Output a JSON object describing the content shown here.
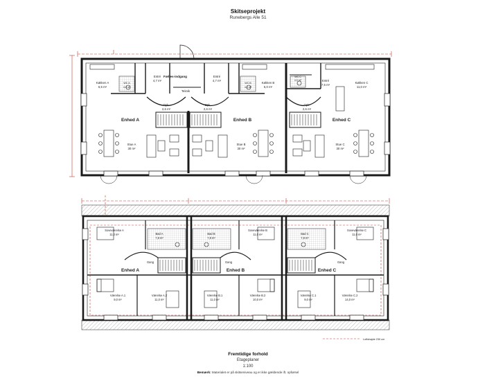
{
  "header": {
    "title": "Skitseprojekt",
    "subtitle": "Runebergs Alle 51"
  },
  "ground_floor": {
    "shared": {
      "entrance": "Fælles-indgang",
      "tekrum": "Teknik"
    },
    "unit_a": {
      "name": "Enhed A",
      "kitchen": "Køkken A",
      "kitchen_area": "6,5 m²",
      "wc": "WC A",
      "wc_area": "4,0 m²",
      "entry": "Entré",
      "entry_area": "4,7 m²",
      "stair": "Opk.",
      "stair_area": "2,6 m²",
      "living": "Stue A",
      "living_area": "30 m²"
    },
    "unit_b": {
      "name": "Enhed B",
      "kitchen": "Køkken B",
      "kitchen_area": "5,0 m²",
      "wc": "WC B",
      "wc_area": "4,0 m²",
      "entry": "Entré",
      "entry_area": "4,7 m²",
      "stair": "Opk.",
      "stair_area": "2,6 m²",
      "living": "Stue B",
      "living_area": "30 m²"
    },
    "unit_c": {
      "name": "Enhed C",
      "kitchen": "Køkken C",
      "kitchen_area": "11,0 m²",
      "wc": "WC C",
      "wc_area": "4,0 m²",
      "entry": "Entré",
      "entry_area": "7,5 m²",
      "stair": "Opk.",
      "stair_area": "2,6 m²",
      "living": "Stue C",
      "living_area": "30 m²"
    }
  },
  "upper_floor": {
    "unit_a": {
      "name": "Enhed A",
      "bedroom_large": "Soveværelse A",
      "bedroom_large_area": "11,0 m²",
      "bath": "Bad A",
      "bath_area": "7,8 m²",
      "hall": "Gang",
      "room1": "Værelse A.1",
      "room1_area": "9,0 m²",
      "room2": "Værelse A.2",
      "room2_area": "11,0 m²"
    },
    "unit_b": {
      "name": "Enhed B",
      "bedroom_large": "Soveværelse B",
      "bedroom_large_area": "11,0 m²",
      "bath": "Bad B",
      "bath_area": "7,8 m²",
      "hall": "Gang",
      "room1": "Værelse B.1",
      "room1_area": "11,0 m²",
      "room2": "Værelse B.2",
      "room2_area": "10,0 m²"
    },
    "unit_c": {
      "name": "Enhed C",
      "bedroom_large": "Soveværelse C",
      "bedroom_large_area": "11,0 m²",
      "bath": "Bad C",
      "bath_area": "7,8 m²",
      "hall": "Gang",
      "room1": "Værelse C.1",
      "room1_area": "9,0 m²",
      "room2": "Værelse C.2",
      "room2_area": "14,0 m²"
    },
    "legend": "Loftshøjde 230 cm"
  },
  "footer": {
    "title": "Fremtidige forhold",
    "subtitle": "Etageplaner",
    "scale": "1:100",
    "note_label": "Bemærk:",
    "note_text": "Materialet er på skitseniveau og er ikke gældende ift. opførsel"
  },
  "colors": {
    "ink": "#1a1a1a",
    "dimension": "#c0392b",
    "tile": "#9a9a9a",
    "roof_hatch": "#8a8a8a"
  }
}
